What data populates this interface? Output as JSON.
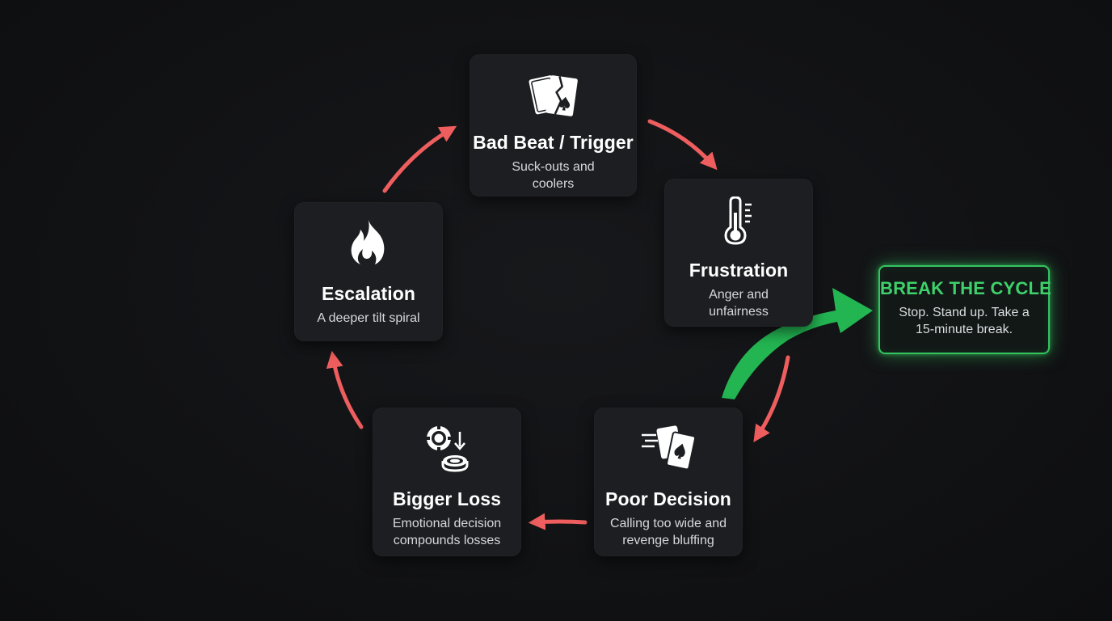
{
  "diagram": {
    "nodes": [
      {
        "id": "trigger",
        "icon": "broken-cards-icon",
        "title": "Bad Beat / Trigger",
        "desc_line1": "Suck-outs and",
        "desc_line2": "coolers"
      },
      {
        "id": "frustration",
        "icon": "thermometer-icon",
        "title": "Frustration",
        "desc_line1": "Anger and",
        "desc_line2": "unfairness"
      },
      {
        "id": "poor-decision",
        "icon": "thrown-cards-icon",
        "title": "Poor Decision",
        "desc_line1": "Calling too wide and",
        "desc_line2": "revenge bluffing"
      },
      {
        "id": "bigger-loss",
        "icon": "chips-down-icon",
        "title": "Bigger Loss",
        "desc_line1": "Emotional decision",
        "desc_line2": "compounds losses"
      },
      {
        "id": "escalation",
        "icon": "flame-icon",
        "title": "Escalation",
        "desc_line1": "A deeper tilt spiral",
        "desc_line2": ""
      }
    ],
    "break_cycle": {
      "title": "BREAK THE CYCLE",
      "desc_line1": "Stop. Stand up. Take a",
      "desc_line2": "15-minute break."
    },
    "colors": {
      "background": "#111214",
      "card": "#1c1e22",
      "cycle_arrow": "#ee5e5e",
      "break_accent": "#34c45f",
      "text": "#ffffff",
      "subtext": "#d6d8db"
    }
  }
}
